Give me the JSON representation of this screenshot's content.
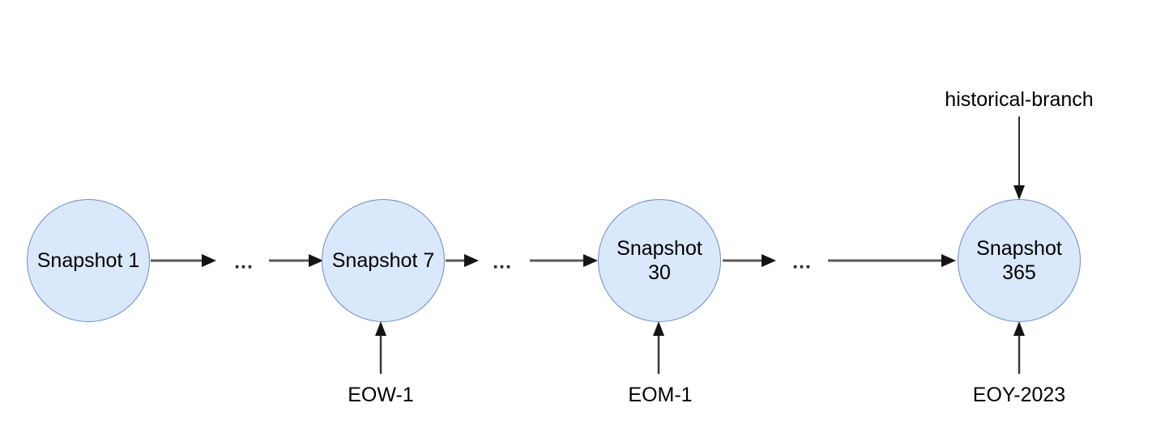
{
  "canvas": {
    "background": "#ffffff"
  },
  "palette": {
    "node_fill": "#dae8fc",
    "node_border": "#6c8ebf",
    "connector_line": "#5a5a5a",
    "arrowhead": "#141414",
    "text": "#000000"
  },
  "nodes": [
    {
      "id": "snapshot-1",
      "label": "Snapshot 1"
    },
    {
      "id": "snapshot-7",
      "label": "Snapshot 7"
    },
    {
      "id": "snapshot-30",
      "label": "Snapshot\n30"
    },
    {
      "id": "snapshot-365",
      "label": "Snapshot\n365"
    }
  ],
  "connectors": {
    "ellipsis": "..."
  },
  "labels": {
    "historical_branch": "historical-branch",
    "eow": "EOW-1",
    "eom": "EOM-1",
    "eoy": "EOY-2023"
  }
}
